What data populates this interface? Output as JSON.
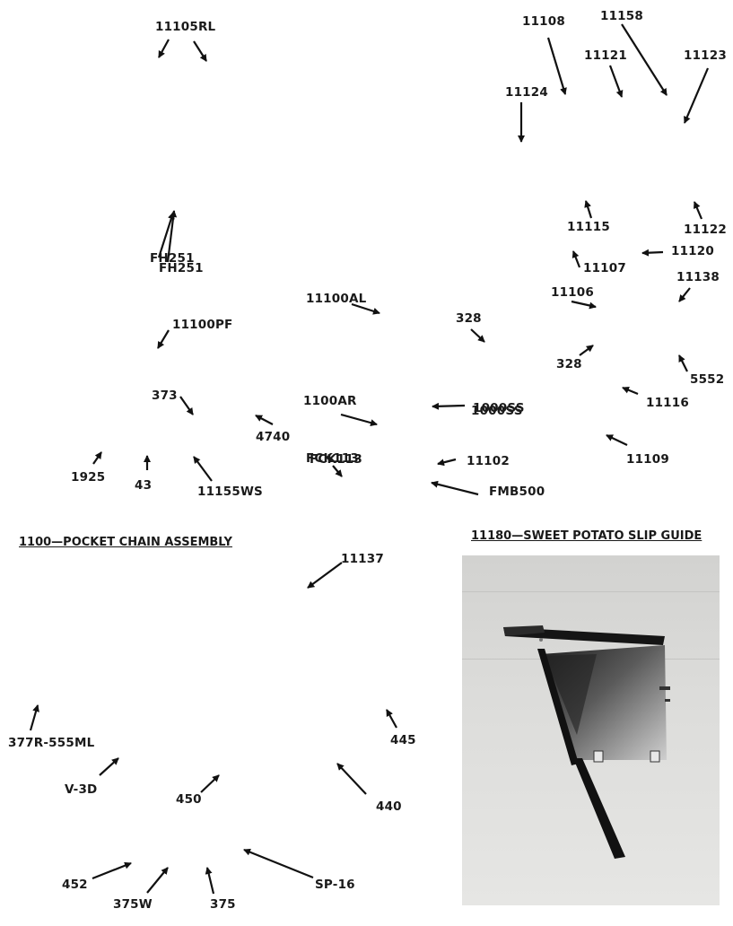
{
  "titles": {
    "pocket_chain": "1100—POCKET CHAIN ASSEMBLY",
    "slip_guide": "11180—SWEET POTATO SLIP GUIDE"
  },
  "labels": {
    "11105RL": "11105RL",
    "11108": "11108",
    "11158": "11158",
    "11121": "11121",
    "11123": "11123",
    "11124": "11124",
    "11115": "11115",
    "11122": "11122",
    "11120": "11120",
    "FH251_a": "FH251",
    "FH251_b": "FH251",
    "11107": "11107",
    "11138": "11138",
    "11106": "11106",
    "11100AL": "11100AL",
    "328_a": "328",
    "328_b": "328",
    "5552": "5552",
    "11100PF": "11100PF",
    "373": "373",
    "1100AR": "1100AR",
    "1000SS_a": "1000SS",
    "1000SS_b": "1000SS",
    "11116": "11116",
    "4740": "4740",
    "11109": "11109",
    "FCK113_a": "FCK113",
    "FCK113_b": "FCK113",
    "11102": "11102",
    "1925": "1925",
    "43": "43",
    "11155WS": "11155WS",
    "FMB500": "FMB500",
    "11137": "11137",
    "377R-555ML": "377R-555ML",
    "445": "445",
    "V-3D": "V-3D",
    "450": "450",
    "440": "440",
    "452": "452",
    "375W": "375W",
    "375": "375",
    "SP-16": "SP-16"
  }
}
